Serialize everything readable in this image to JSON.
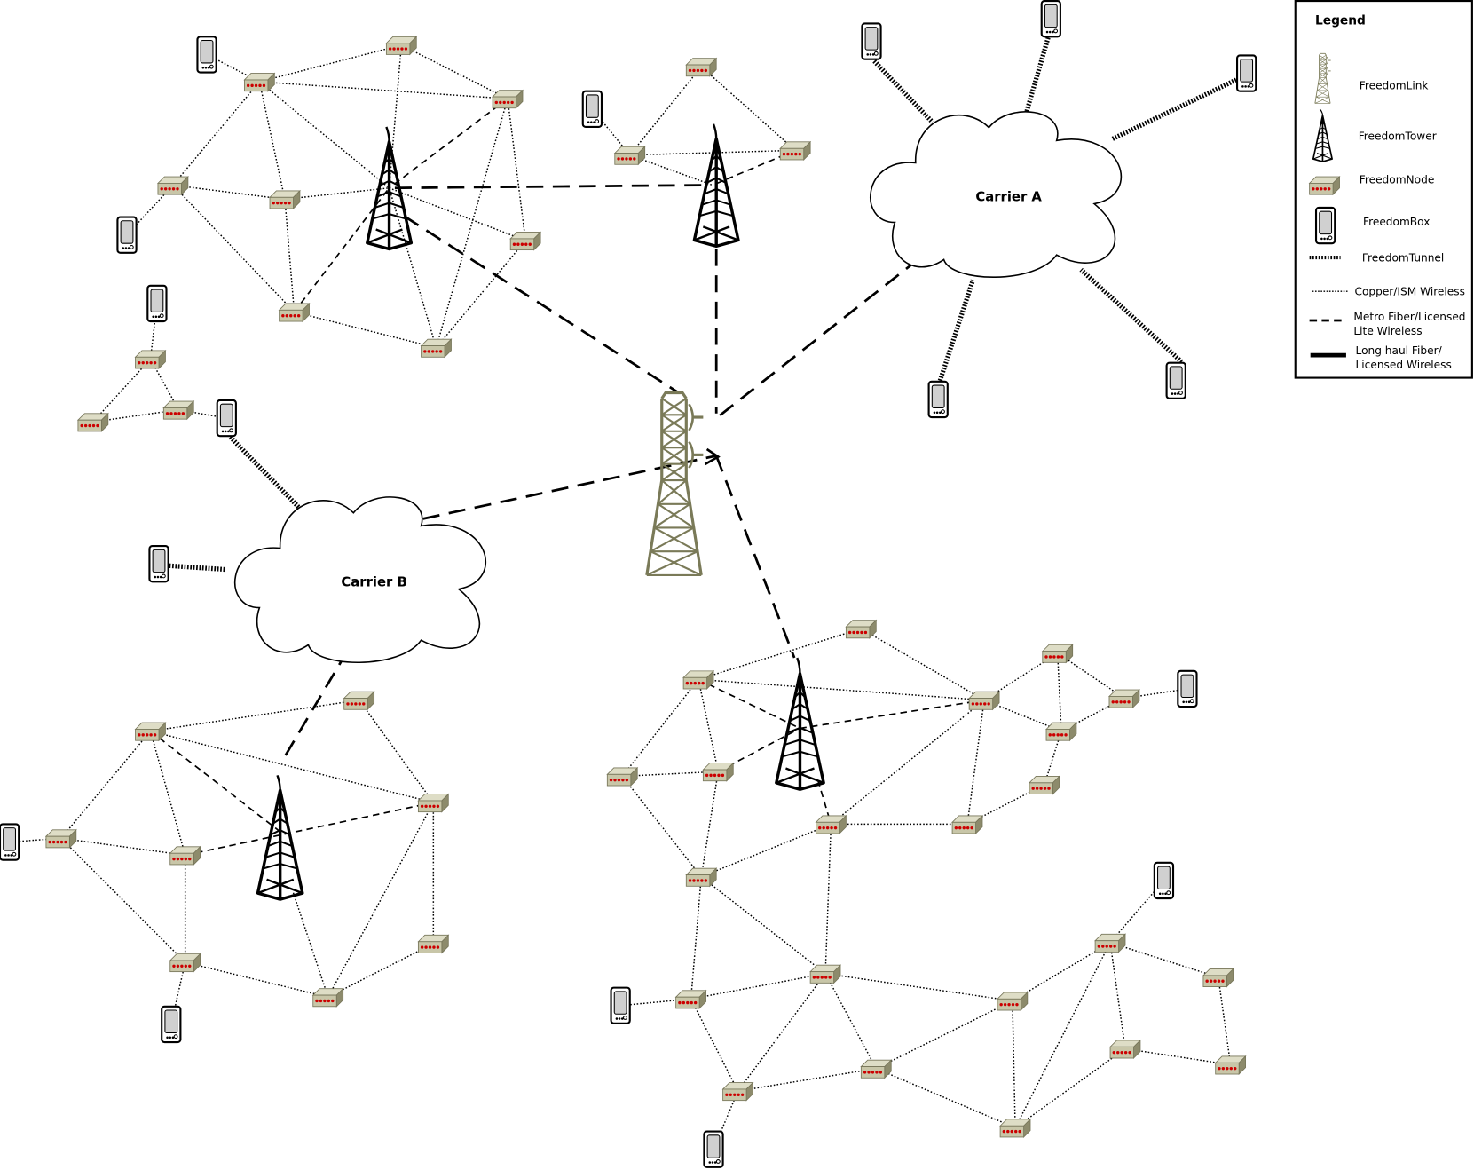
{
  "clouds": {
    "carrier_a": "Carrier A",
    "carrier_b": "Carrier B"
  },
  "legend": {
    "title": "Legend",
    "items": [
      {
        "icon": "freedom-link-icon",
        "label": "FreedomLink"
      },
      {
        "icon": "freedom-tower-icon",
        "label": "FreedomTower"
      },
      {
        "icon": "freedom-node-icon",
        "label": "FreedomNode"
      },
      {
        "icon": "freedom-box-icon",
        "label": "FreedomBox"
      },
      {
        "icon": "freedom-tunnel-line",
        "label": "FreedomTunnel"
      },
      {
        "icon": "dotted-line",
        "label": "Copper/ISM Wireless"
      },
      {
        "icon": "dashed-line",
        "label_line1": "Metro Fiber/Licensed",
        "label_line2": "Lite Wireless"
      },
      {
        "icon": "thick-line",
        "label_line1": "Long haul Fiber/",
        "label_line2": "Licensed Wireless"
      }
    ]
  },
  "colors": {
    "link_tower": "#7a7a58",
    "node_body": "#c8c6a8",
    "node_led": "#cc0000",
    "screen": "#d0d0d0"
  }
}
